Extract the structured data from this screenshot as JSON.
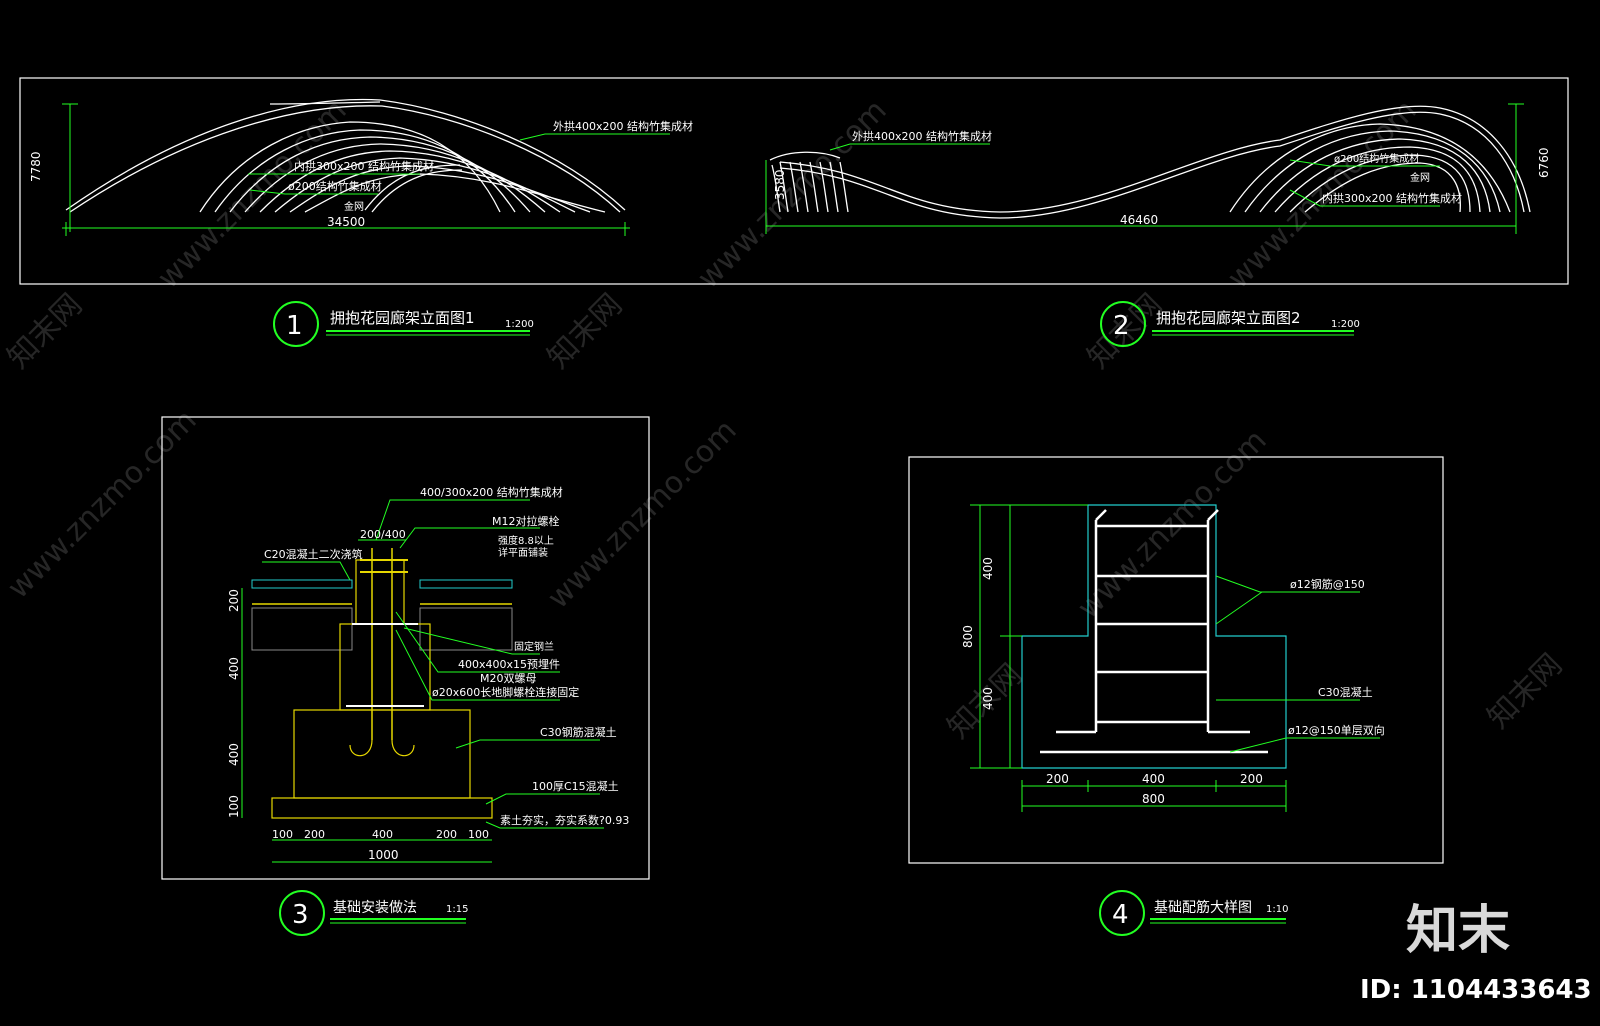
{
  "drawing1": {
    "number": "1",
    "title": "拥抱花园廊架立面图1",
    "scale": "1:200",
    "dim_height": "7780",
    "dim_width": "34500",
    "label_outer": "外拱400x200 结构竹集成材",
    "label_inner": "内拱300x200 结构竹集成材",
    "label_pipe": "ø200结构竹集成材",
    "label_steel": "金网"
  },
  "drawing2": {
    "number": "2",
    "title": "拥抱花园廊架立面图2",
    "scale": "1:200",
    "dim_height_left": "3580",
    "dim_height_right": "6760",
    "dim_width": "46460",
    "label_outer": "外拱400x200 结构竹集成材",
    "label_pipe": "ø200结构竹集成材",
    "label_steel": "金网",
    "label_inner": "内拱300x200 结构竹集成材"
  },
  "drawing3": {
    "number": "3",
    "title": "基础安装做法",
    "scale": "1:15",
    "label_member": "400/300x200 结构竹集成材",
    "label_size": "200/400",
    "label_bolt": "M12对拉螺栓",
    "label_grade": "强度8.8以上",
    "label_finish": "详平面铺装",
    "label_c20": "C20混凝土二次浇筑",
    "label_flange": "固定钢兰",
    "label_plate": "400x400x15预埋件",
    "label_m20": "M20双螺母",
    "label_anchor": "ø20x600长地脚螺栓连接固定",
    "label_c30": "C30钢筋混凝土",
    "label_c15": "100厚C15混凝土",
    "label_soil": "素土夯实，夯实系数?0.93",
    "dims_v": [
      "200",
      "400",
      "400",
      "100"
    ],
    "dims_h": [
      "100",
      "200",
      "400",
      "200",
      "100"
    ],
    "dim_total": "1000"
  },
  "drawing4": {
    "number": "4",
    "title": "基础配筋大样图",
    "scale": "1:10",
    "label_rebar": "ø12钢筋@150",
    "label_concrete": "C30混凝土",
    "label_bottom": "ø12@150单层双向",
    "dims_v": [
      "400",
      "400"
    ],
    "dim_v_total": "800",
    "dims_h": [
      "200",
      "400",
      "200"
    ],
    "dim_total": "800"
  },
  "watermark": {
    "site": "www.znzmo.com",
    "brand": "知末网",
    "logo": "知末",
    "id_text": "ID: 1104433643"
  },
  "colors": {
    "background": "#000000",
    "lines": "#ffffff",
    "dimensions": "#22ff22",
    "concrete_outline": "#22cccc",
    "foundation_detail": "#e6d700"
  }
}
